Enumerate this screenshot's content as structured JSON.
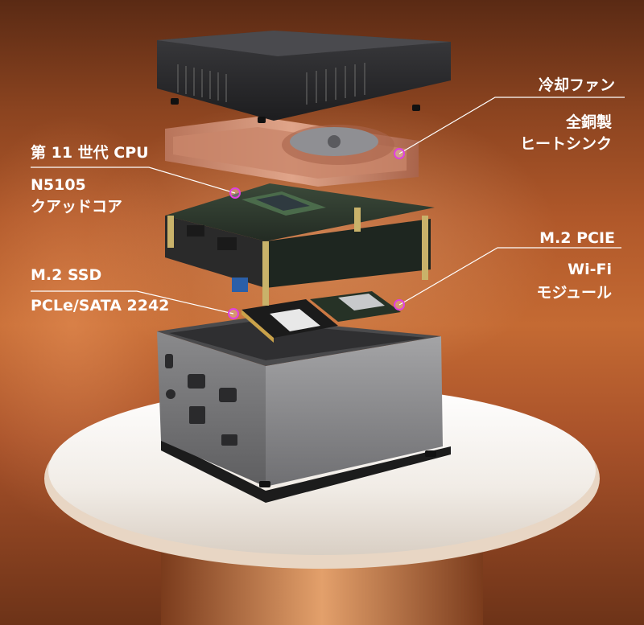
{
  "labels": {
    "fan": "冷却ファン",
    "heatsink_line1": "全銅製",
    "heatsink_line2": "ヒートシンク",
    "cpu_line1": "第 11 世代 CPU",
    "cpu_line2": "N5105",
    "cpu_line3": "クアッドコア",
    "wifi_line1": "M.2 PCIE",
    "wifi_line2": "Wi-Fi",
    "wifi_line3": "モジュール",
    "ssd_line1": "M.2 SSD",
    "ssd_line2": "PCLe/SATA 2242"
  },
  "colors": {
    "accent_dot": "#e040e0",
    "label_text": "#ffffff",
    "background_mid": "#c46a33"
  }
}
